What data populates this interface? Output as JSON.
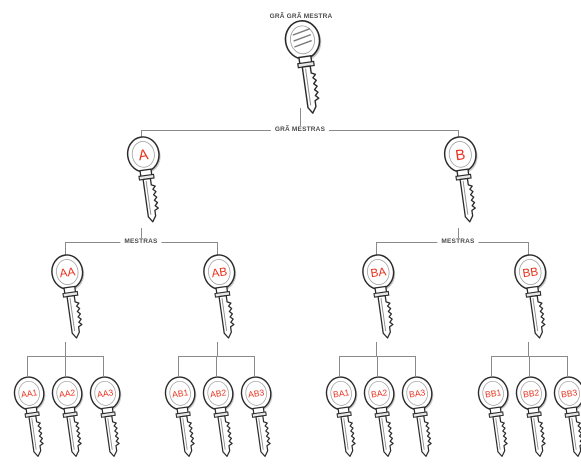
{
  "levels": {
    "top": "GRÃ GRÃ MESTRA",
    "second": "GRÃ MESTRAS",
    "third_left": "MESTRAS",
    "third_right": "MESTRAS"
  },
  "keys": {
    "top": "",
    "A": "A",
    "B": "B",
    "AA": "AA",
    "AB": "AB",
    "BA": "BA",
    "BB": "BB",
    "AA1": "AA1",
    "AA2": "AA2",
    "AA3": "AA3",
    "AB1": "AB1",
    "AB2": "AB2",
    "AB3": "AB3",
    "BA1": "BA1",
    "BA2": "BA2",
    "BA3": "BA3",
    "BB1": "BB1",
    "BB2": "BB2",
    "BB3": "BB3"
  },
  "colors": {
    "key_label": "#e8321e",
    "line": "#8a8a8a",
    "key_outline": "#2a2a2a"
  }
}
